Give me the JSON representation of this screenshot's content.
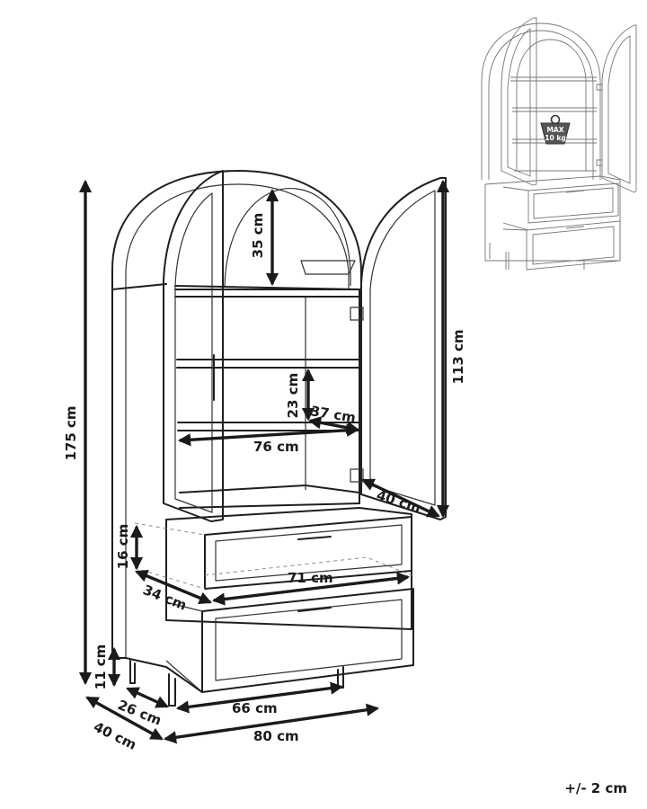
{
  "dimensions": {
    "height_total": "175 cm",
    "arch": "35 cm",
    "door": "113 cm",
    "shelf_gap": "23 cm",
    "shelf_depth": "37 cm",
    "inner_width": "76 cm",
    "door_depth": "40 cm",
    "drawer_height": "16 cm",
    "drawer_depth": "34 cm",
    "drawer_width": "71 cm",
    "leg_height": "11 cm",
    "leg_depth": "26 cm",
    "leg_width": "66 cm",
    "depth": "40 cm",
    "width": "80 cm"
  },
  "load_badge": {
    "line1": "MAX",
    "line2": "10 kg"
  },
  "tolerance": "+/- 2 cm"
}
